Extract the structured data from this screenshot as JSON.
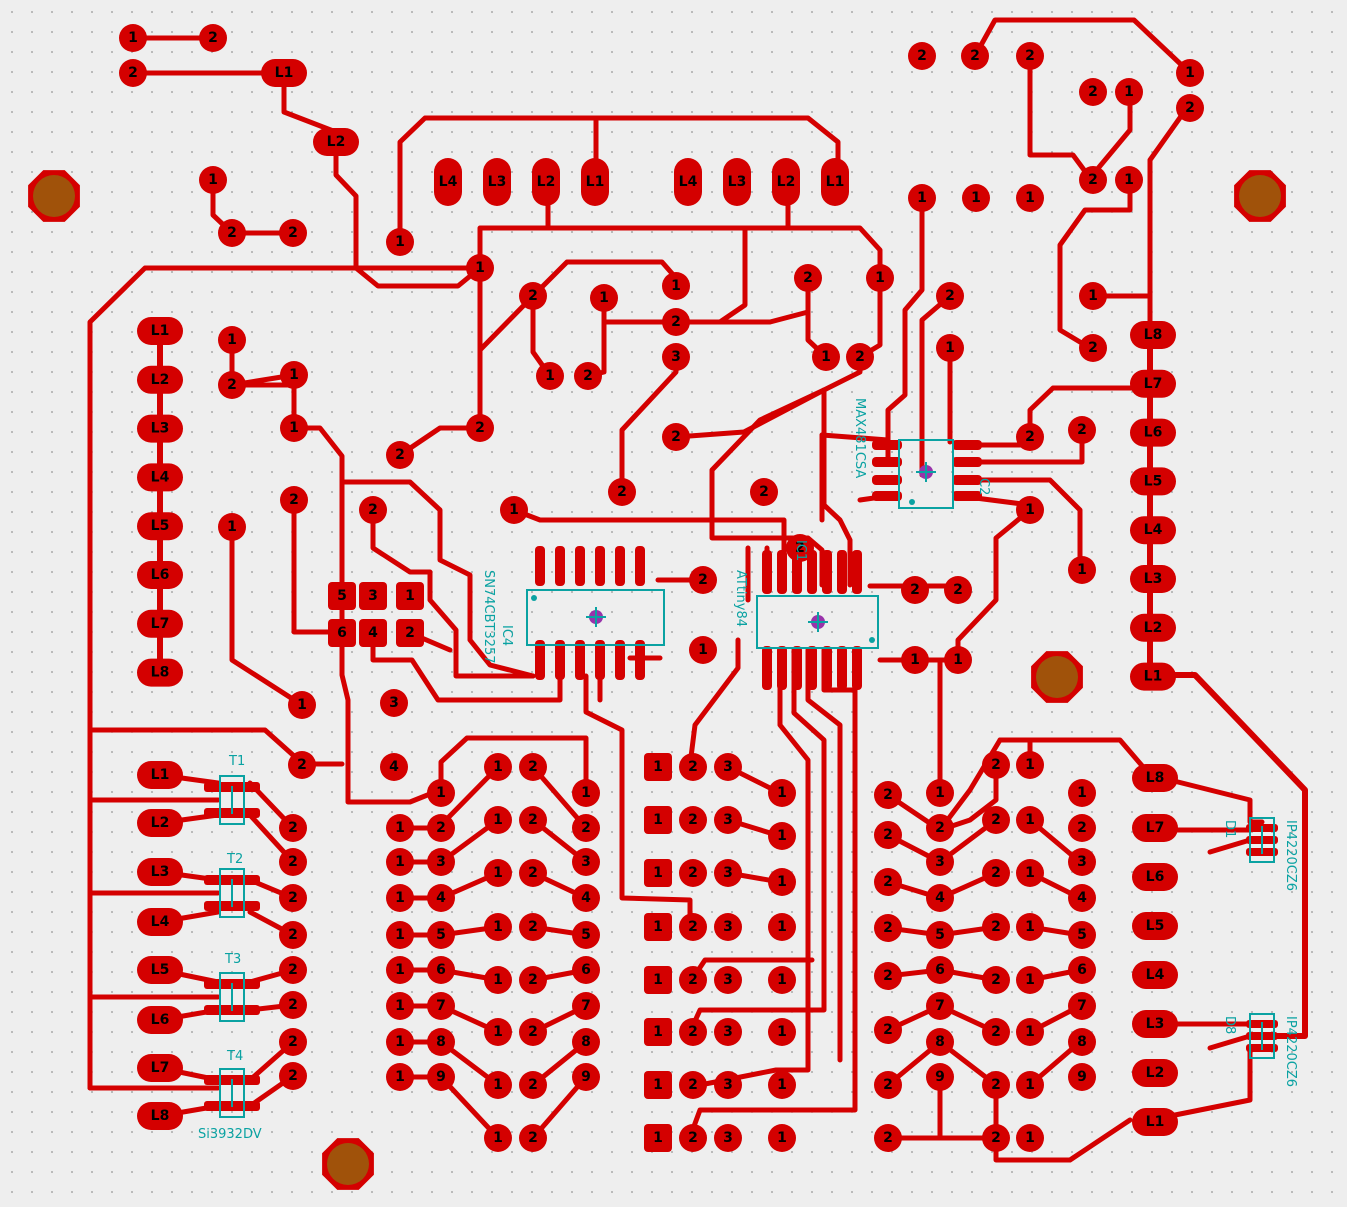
{
  "colors": {
    "trace": "#d40000",
    "silk": "#0aa2a2",
    "hole": "#a0520a",
    "hole_ring": "#d40000",
    "center_mark": "#9933aa",
    "background": "#eeeeee"
  },
  "silk_labels": {
    "ic4_part": "SN74CBT3257",
    "ic4_ref": "IC4",
    "ic1_part": "ATtiny84",
    "ic1_ref": "IC1",
    "ic2_part": "MAX481CSA",
    "ic2_ref": "C2",
    "t1": "T1",
    "t2": "T2",
    "t3": "T3",
    "t4": "T4",
    "t_part": "Si3932DV",
    "d1": "D1",
    "d8": "D8",
    "d_part": "IP4220CZ6"
  }
}
